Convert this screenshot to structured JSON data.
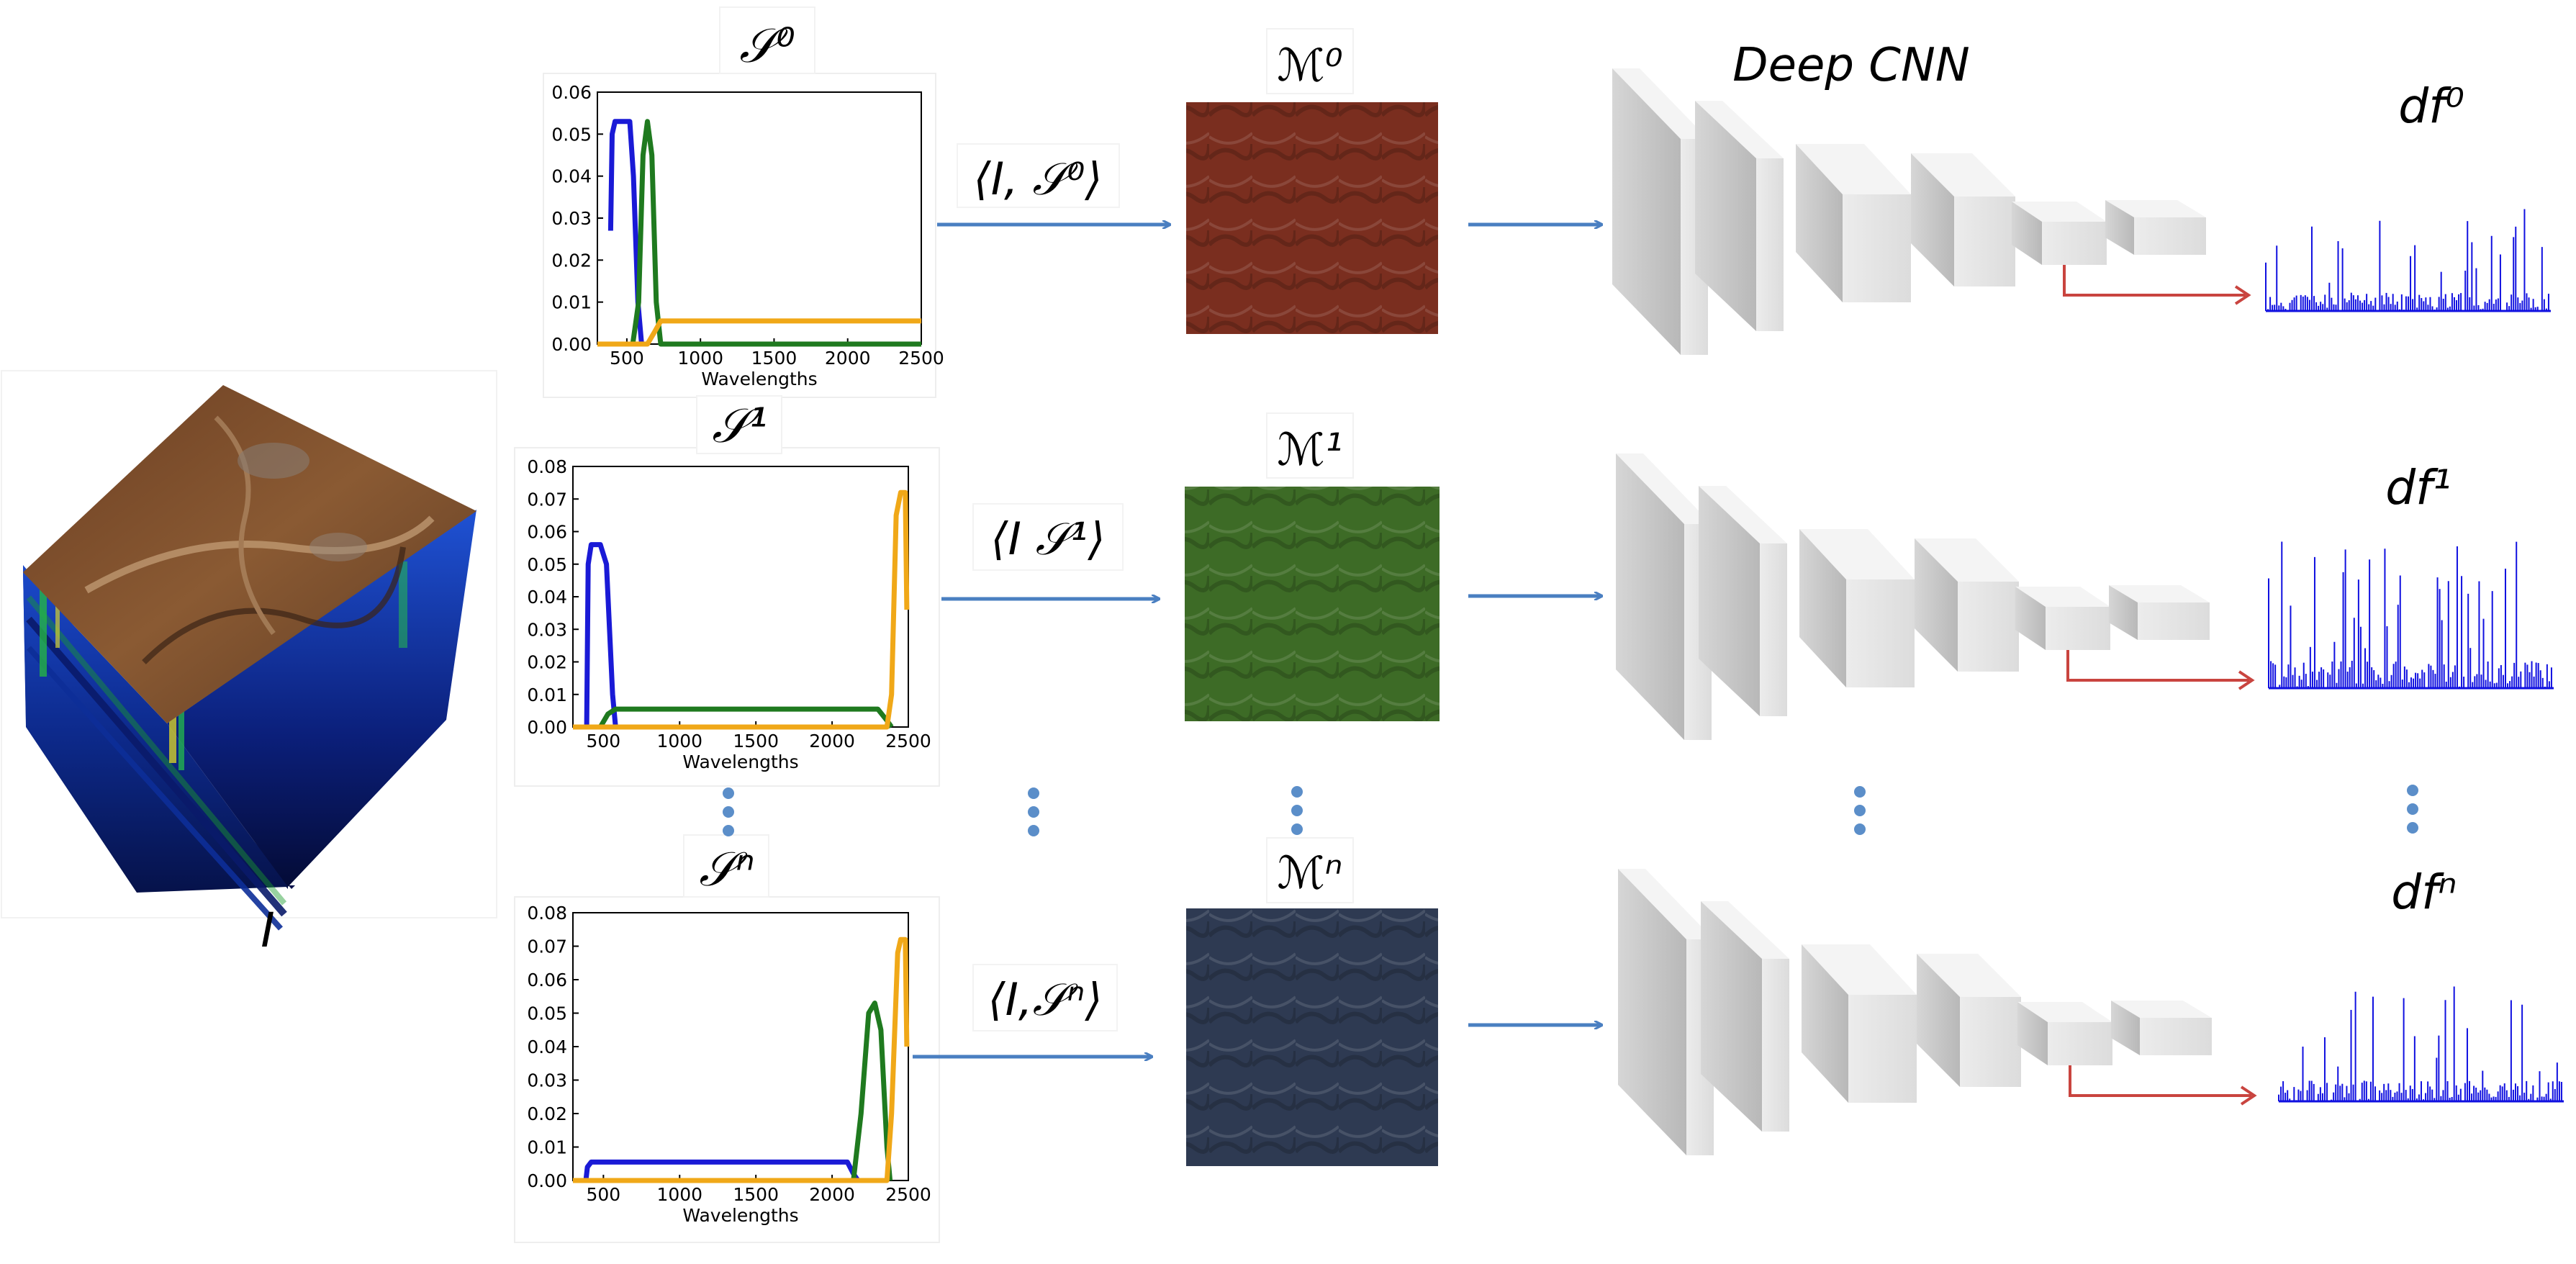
{
  "labels": {
    "cube": "I",
    "deep_cnn": "Deep CNN",
    "dots": "⋮"
  },
  "rows": [
    {
      "id": "0",
      "filter_label": "𝒮⁰",
      "map_label": "ℳ⁰",
      "inner_product": "⟨I, 𝒮⁰⟩",
      "feature_label": "df⁰",
      "map_tint": "#7a2e1f"
    },
    {
      "id": "1",
      "filter_label": "𝒮¹",
      "map_label": "ℳ¹",
      "inner_product": "⟨I 𝒮¹⟩",
      "feature_label": "df¹",
      "map_tint": "#3d6b26"
    },
    {
      "id": "n",
      "filter_label": "𝒮ⁿ",
      "map_label": "ℳⁿ",
      "inner_product": "⟨I,𝒮ⁿ⟩",
      "feature_label": "dfⁿ",
      "map_tint": "#2e3a52"
    }
  ],
  "colors": {
    "arrow_blue": "#4a7fc1",
    "arrow_red": "#c9443f",
    "dot_blue": "#5b8ec9",
    "series_blue": "#1a1ad6",
    "series_green": "#1f7a1f",
    "series_orange": "#f0a818",
    "feature_blue": "#1010e0"
  },
  "chart_data": [
    {
      "type": "line",
      "xlabel": "Wavelengths",
      "xlim": [
        300,
        2500
      ],
      "ylim": [
        0,
        0.06
      ],
      "x_ticks": [
        "500",
        "1000",
        "1500",
        "2000",
        "2500"
      ],
      "y_ticks": [
        "0.00",
        "0.01",
        "0.02",
        "0.03",
        "0.04",
        "0.05",
        "0.06"
      ],
      "series": [
        {
          "color": "blue",
          "values": [
            [
              390,
              0.027
            ],
            [
              400,
              0.05
            ],
            [
              420,
              0.053
            ],
            [
              520,
              0.053
            ],
            [
              545,
              0.04
            ],
            [
              575,
              0.01
            ],
            [
              600,
              0.0
            ]
          ]
        },
        {
          "color": "green",
          "values": [
            [
              540,
              0.0
            ],
            [
              580,
              0.01
            ],
            [
              610,
              0.045
            ],
            [
              640,
              0.053
            ],
            [
              670,
              0.045
            ],
            [
              700,
              0.01
            ],
            [
              730,
              0.0
            ],
            [
              2500,
              0.0
            ]
          ]
        },
        {
          "color": "orange",
          "values": [
            [
              300,
              0.0
            ],
            [
              640,
              0.0
            ],
            [
              690,
              0.003
            ],
            [
              730,
              0.0055
            ],
            [
              2500,
              0.0055
            ]
          ]
        }
      ]
    },
    {
      "type": "line",
      "xlabel": "Wavelengths",
      "xlim": [
        300,
        2500
      ],
      "ylim": [
        0,
        0.08
      ],
      "x_ticks": [
        "500",
        "1000",
        "1500",
        "2000",
        "2500"
      ],
      "y_ticks": [
        "0.00",
        "0.01",
        "0.02",
        "0.03",
        "0.04",
        "0.05",
        "0.06",
        "0.07",
        "0.08"
      ],
      "series": [
        {
          "color": "blue",
          "values": [
            [
              390,
              0.0
            ],
            [
              400,
              0.05
            ],
            [
              420,
              0.056
            ],
            [
              480,
              0.056
            ],
            [
              520,
              0.05
            ],
            [
              560,
              0.01
            ],
            [
              580,
              0.0
            ]
          ]
        },
        {
          "color": "green",
          "values": [
            [
              300,
              0.0
            ],
            [
              480,
              0.0
            ],
            [
              530,
              0.004
            ],
            [
              580,
              0.0055
            ],
            [
              2300,
              0.0055
            ],
            [
              2360,
              0.002
            ],
            [
              2390,
              0.0
            ]
          ]
        },
        {
          "color": "orange",
          "values": [
            [
              300,
              0.0
            ],
            [
              2360,
              0.0
            ],
            [
              2390,
              0.01
            ],
            [
              2420,
              0.065
            ],
            [
              2450,
              0.072
            ],
            [
              2480,
              0.072
            ],
            [
              2490,
              0.036
            ]
          ]
        }
      ]
    },
    {
      "type": "line",
      "xlabel": "Wavelengths",
      "xlim": [
        300,
        2500
      ],
      "ylim": [
        0,
        0.08
      ],
      "x_ticks": [
        "500",
        "1000",
        "1500",
        "2000",
        "2500"
      ],
      "y_ticks": [
        "0.00",
        "0.01",
        "0.02",
        "0.03",
        "0.04",
        "0.05",
        "0.06",
        "0.07",
        "0.08"
      ],
      "series": [
        {
          "color": "blue",
          "values": [
            [
              385,
              0.0
            ],
            [
              395,
              0.004
            ],
            [
              420,
              0.0055
            ],
            [
              2100,
              0.0055
            ],
            [
              2140,
              0.002
            ],
            [
              2170,
              0.0
            ]
          ]
        },
        {
          "color": "green",
          "values": [
            [
              300,
              0.0
            ],
            [
              2140,
              0.0
            ],
            [
              2190,
              0.02
            ],
            [
              2240,
              0.05
            ],
            [
              2280,
              0.053
            ],
            [
              2320,
              0.045
            ],
            [
              2360,
              0.01
            ],
            [
              2380,
              0.0
            ]
          ]
        },
        {
          "color": "orange",
          "values": [
            [
              300,
              0.0
            ],
            [
              2360,
              0.0
            ],
            [
              2390,
              0.02
            ],
            [
              2430,
              0.068
            ],
            [
              2450,
              0.072
            ],
            [
              2480,
              0.072
            ],
            [
              2490,
              0.04
            ]
          ]
        }
      ]
    }
  ]
}
